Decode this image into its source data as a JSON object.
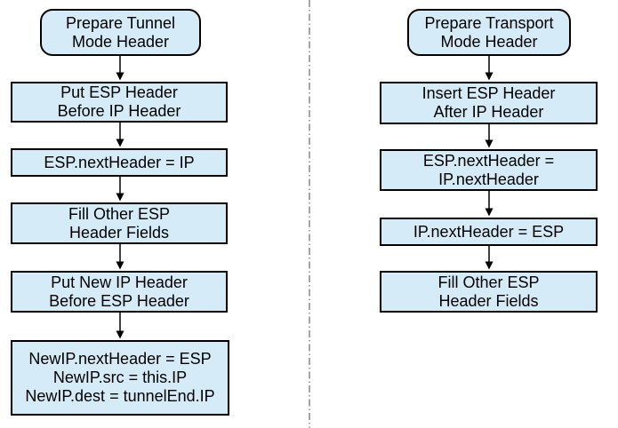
{
  "colors": {
    "node_fill": "#d6ebf8",
    "node_border": "#000000",
    "divider": "#808080",
    "arrow": "#000000",
    "text": "#000000",
    "background": "#ffffff"
  },
  "flows": {
    "tunnel": {
      "nodes": [
        {
          "type": "terminal",
          "label": "Prepare Tunnel\nMode Header"
        },
        {
          "type": "process",
          "label": "Put ESP Header\nBefore IP Header"
        },
        {
          "type": "process",
          "label": "ESP.nextHeader = IP"
        },
        {
          "type": "process",
          "label": "Fill Other ESP\nHeader Fields"
        },
        {
          "type": "process",
          "label": "Put New IP Header\nBefore ESP Header"
        },
        {
          "type": "process",
          "label": "NewIP.nextHeader = ESP\nNewIP.src = this.IP\nNewIP.dest = tunnelEnd.IP"
        }
      ]
    },
    "transport": {
      "nodes": [
        {
          "type": "terminal",
          "label": "Prepare Transport\nMode Header"
        },
        {
          "type": "process",
          "label": "Insert ESP Header\nAfter IP Header"
        },
        {
          "type": "process",
          "label": "ESP.nextHeader =\nIP.nextHeader"
        },
        {
          "type": "process",
          "label": "IP.nextHeader = ESP"
        },
        {
          "type": "process",
          "label": "Fill Other ESP\nHeader Fields"
        }
      ]
    }
  }
}
